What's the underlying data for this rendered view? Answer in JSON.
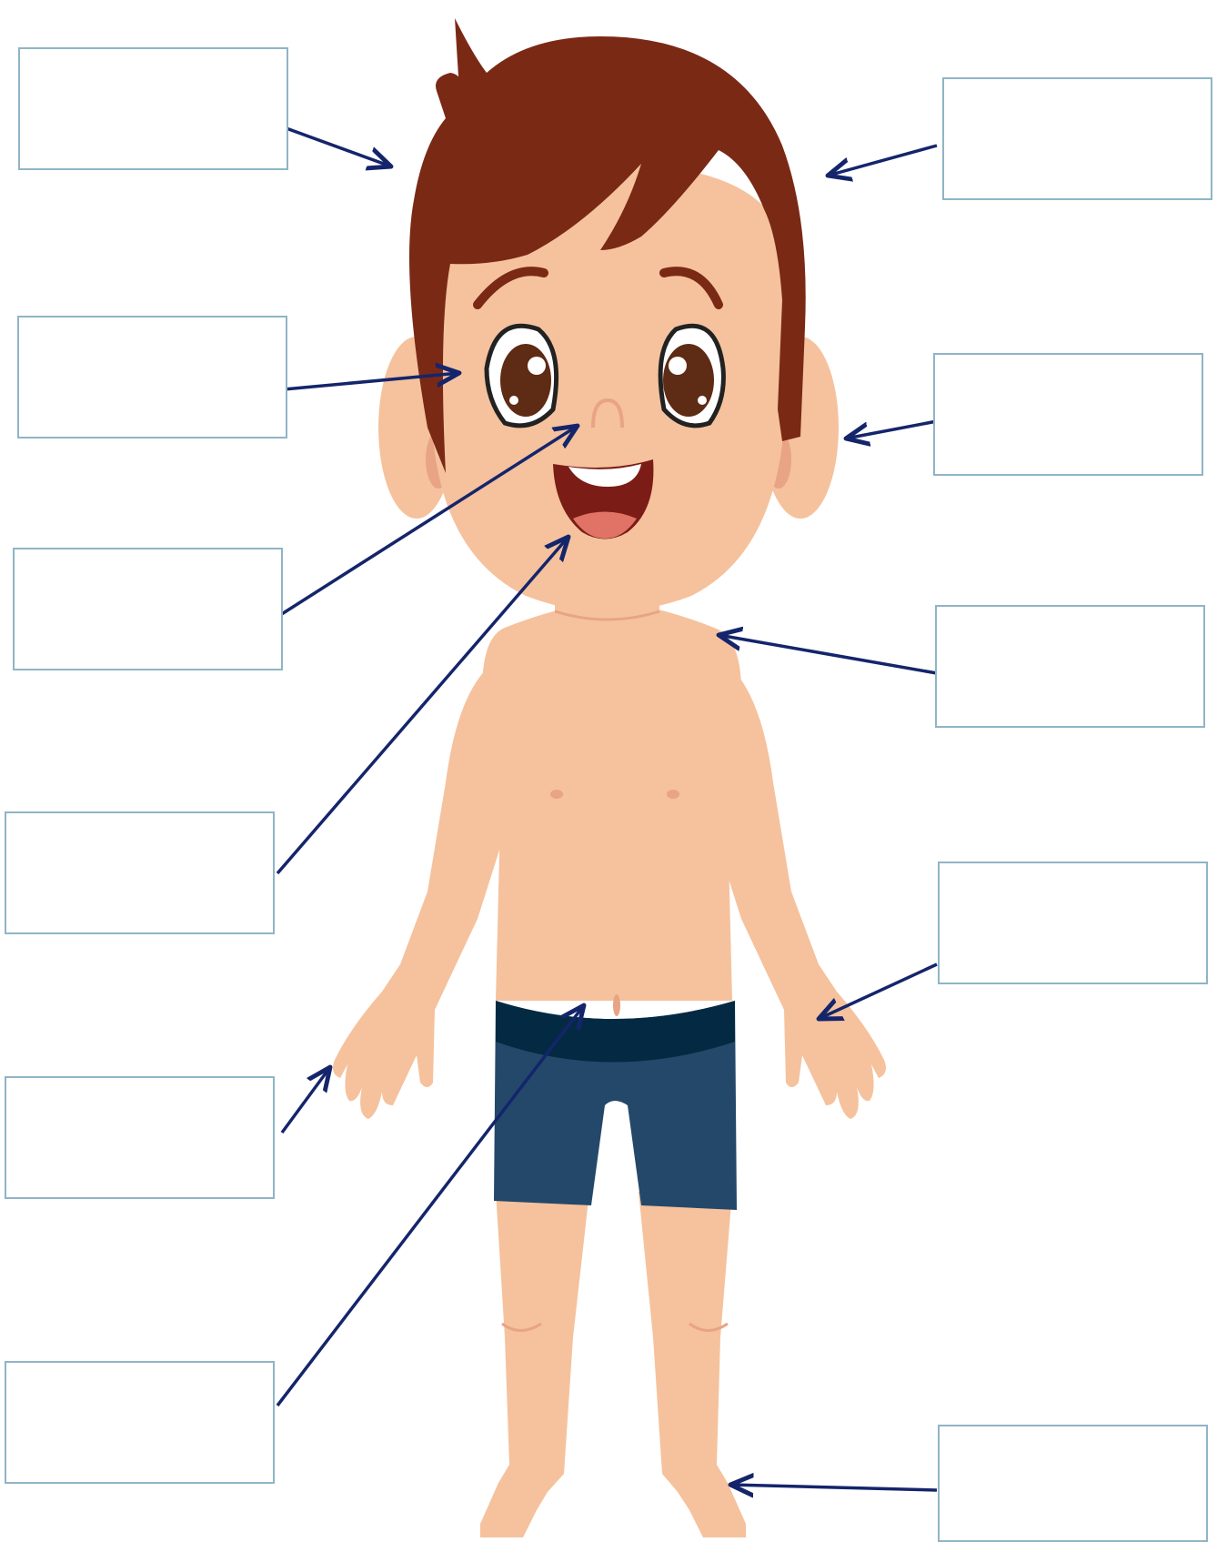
{
  "worksheet": {
    "title": "",
    "labels": [
      {
        "id": "hair",
        "side": "left",
        "text": ""
      },
      {
        "id": "eye",
        "side": "left",
        "text": ""
      },
      {
        "id": "nose",
        "side": "left",
        "text": ""
      },
      {
        "id": "mouth",
        "side": "left",
        "text": ""
      },
      {
        "id": "hand",
        "side": "left",
        "text": ""
      },
      {
        "id": "belly",
        "side": "left",
        "text": ""
      },
      {
        "id": "head",
        "side": "right",
        "text": ""
      },
      {
        "id": "ear",
        "side": "right",
        "text": ""
      },
      {
        "id": "shoulder",
        "side": "right",
        "text": ""
      },
      {
        "id": "hand-right",
        "side": "right",
        "text": ""
      },
      {
        "id": "foot",
        "side": "right",
        "text": ""
      }
    ]
  },
  "colors": {
    "arrow": "#14256b",
    "box_border": "#8fb5c6",
    "skin": "#f5c29d",
    "skin_shade": "#e8a484",
    "hair": "#7a2915",
    "shorts": "#24486a",
    "waistband": "#032a42",
    "eye_iris": "#5e2b14",
    "mouth": "#7b1d16",
    "tongue": "#e07366"
  }
}
